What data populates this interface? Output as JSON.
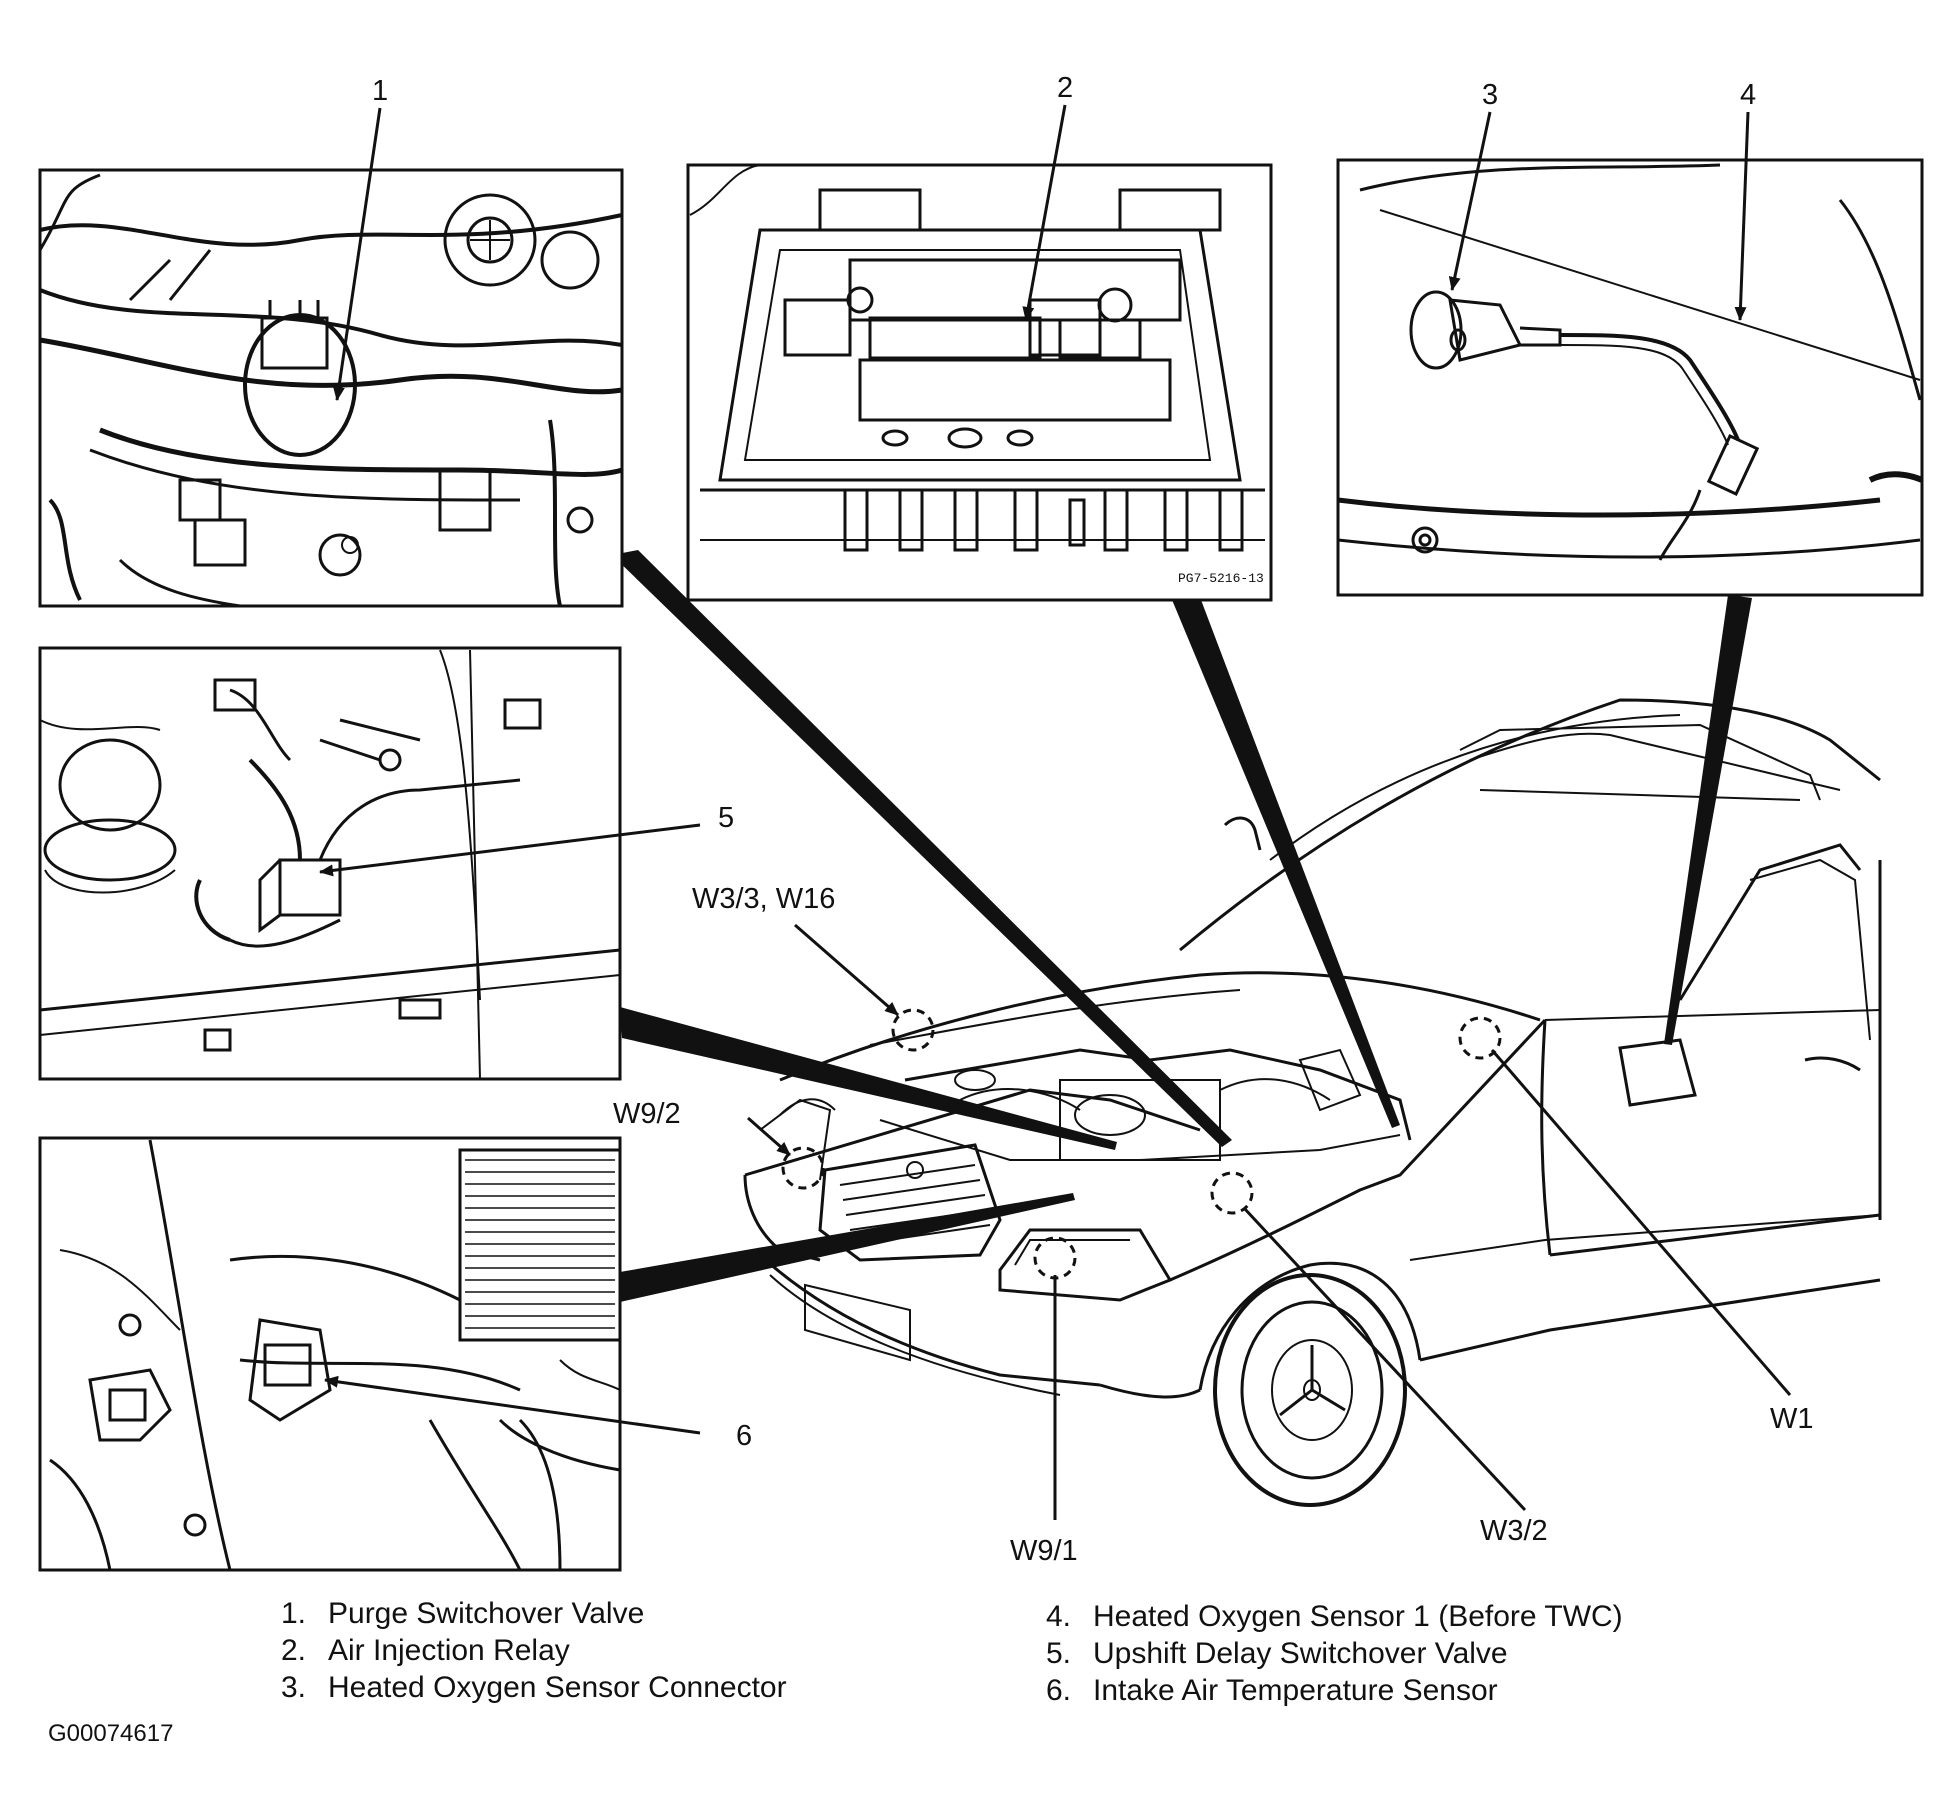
{
  "callouts": {
    "c1": "1",
    "c2": "2",
    "c3": "3",
    "c4": "4",
    "c5": "5",
    "c6": "6"
  },
  "locations": {
    "w33_w16": "W3/3, W16",
    "w92": "W9/2",
    "w91": "W9/1",
    "w32": "W3/2",
    "w1": "W1"
  },
  "inset_stamp": "PG7-5216-13",
  "legend": {
    "left": [
      {
        "num": "1.",
        "text": "Purge Switchover Valve"
      },
      {
        "num": "2.",
        "text": "Air Injection Relay"
      },
      {
        "num": "3.",
        "text": "Heated Oxygen Sensor Connector"
      }
    ],
    "right": [
      {
        "num": "4.",
        "text": "Heated Oxygen Sensor 1 (Before TWC)"
      },
      {
        "num": "5.",
        "text": "Upshift Delay Switchover Valve"
      },
      {
        "num": "6.",
        "text": "Intake Air Temperature Sensor"
      }
    ]
  },
  "figure_id": "G00074617",
  "colors": {
    "ink": "#111111",
    "paper": "#ffffff"
  }
}
